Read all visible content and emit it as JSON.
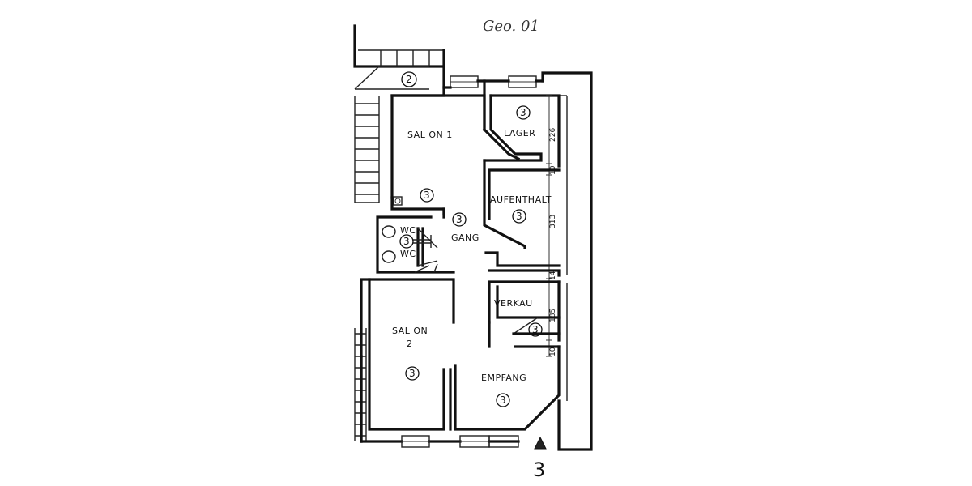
{
  "title": "Geo. 01",
  "floor_number": "3",
  "rooms": {
    "salon1": {
      "label": "SAL ON  1"
    },
    "lager": {
      "label": "LAGER",
      "badge": "3"
    },
    "aufenthalt": {
      "label": "AUFENTHALT",
      "badge": "3"
    },
    "verkauf": {
      "label": "VERKAU",
      "badge": "3"
    },
    "salon2": {
      "label_line1": "SAL ON",
      "label_line2": "2",
      "badge": "3"
    },
    "empfang": {
      "label": "EMPFANG",
      "badge": "3"
    },
    "gang": {
      "label": "GANG",
      "badge": "3"
    },
    "wc": {
      "label_top": "WC",
      "label_bottom": "WC",
      "badge": "3"
    },
    "salon1_badge": "3",
    "stair_badge": "2"
  },
  "dimensions": {
    "lager": "226",
    "wall1": "10",
    "aufenthalt": "313",
    "wall2": "14",
    "verkauf": "185",
    "wall3": "10"
  }
}
